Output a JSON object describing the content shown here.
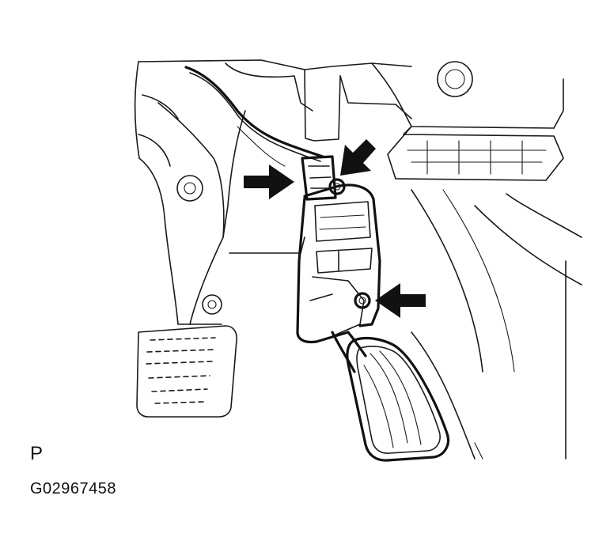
{
  "figure": {
    "label": "P",
    "code": "G02967458"
  },
  "colors": {
    "line": "#1a1a1a",
    "arrow": "#111111",
    "background": "#ffffff"
  },
  "callouts": [
    {
      "name": "arrow-connector-left",
      "direction": "right"
    },
    {
      "name": "arrow-upper-bolt",
      "direction": "down-left"
    },
    {
      "name": "arrow-lower-bolt",
      "direction": "left"
    }
  ]
}
